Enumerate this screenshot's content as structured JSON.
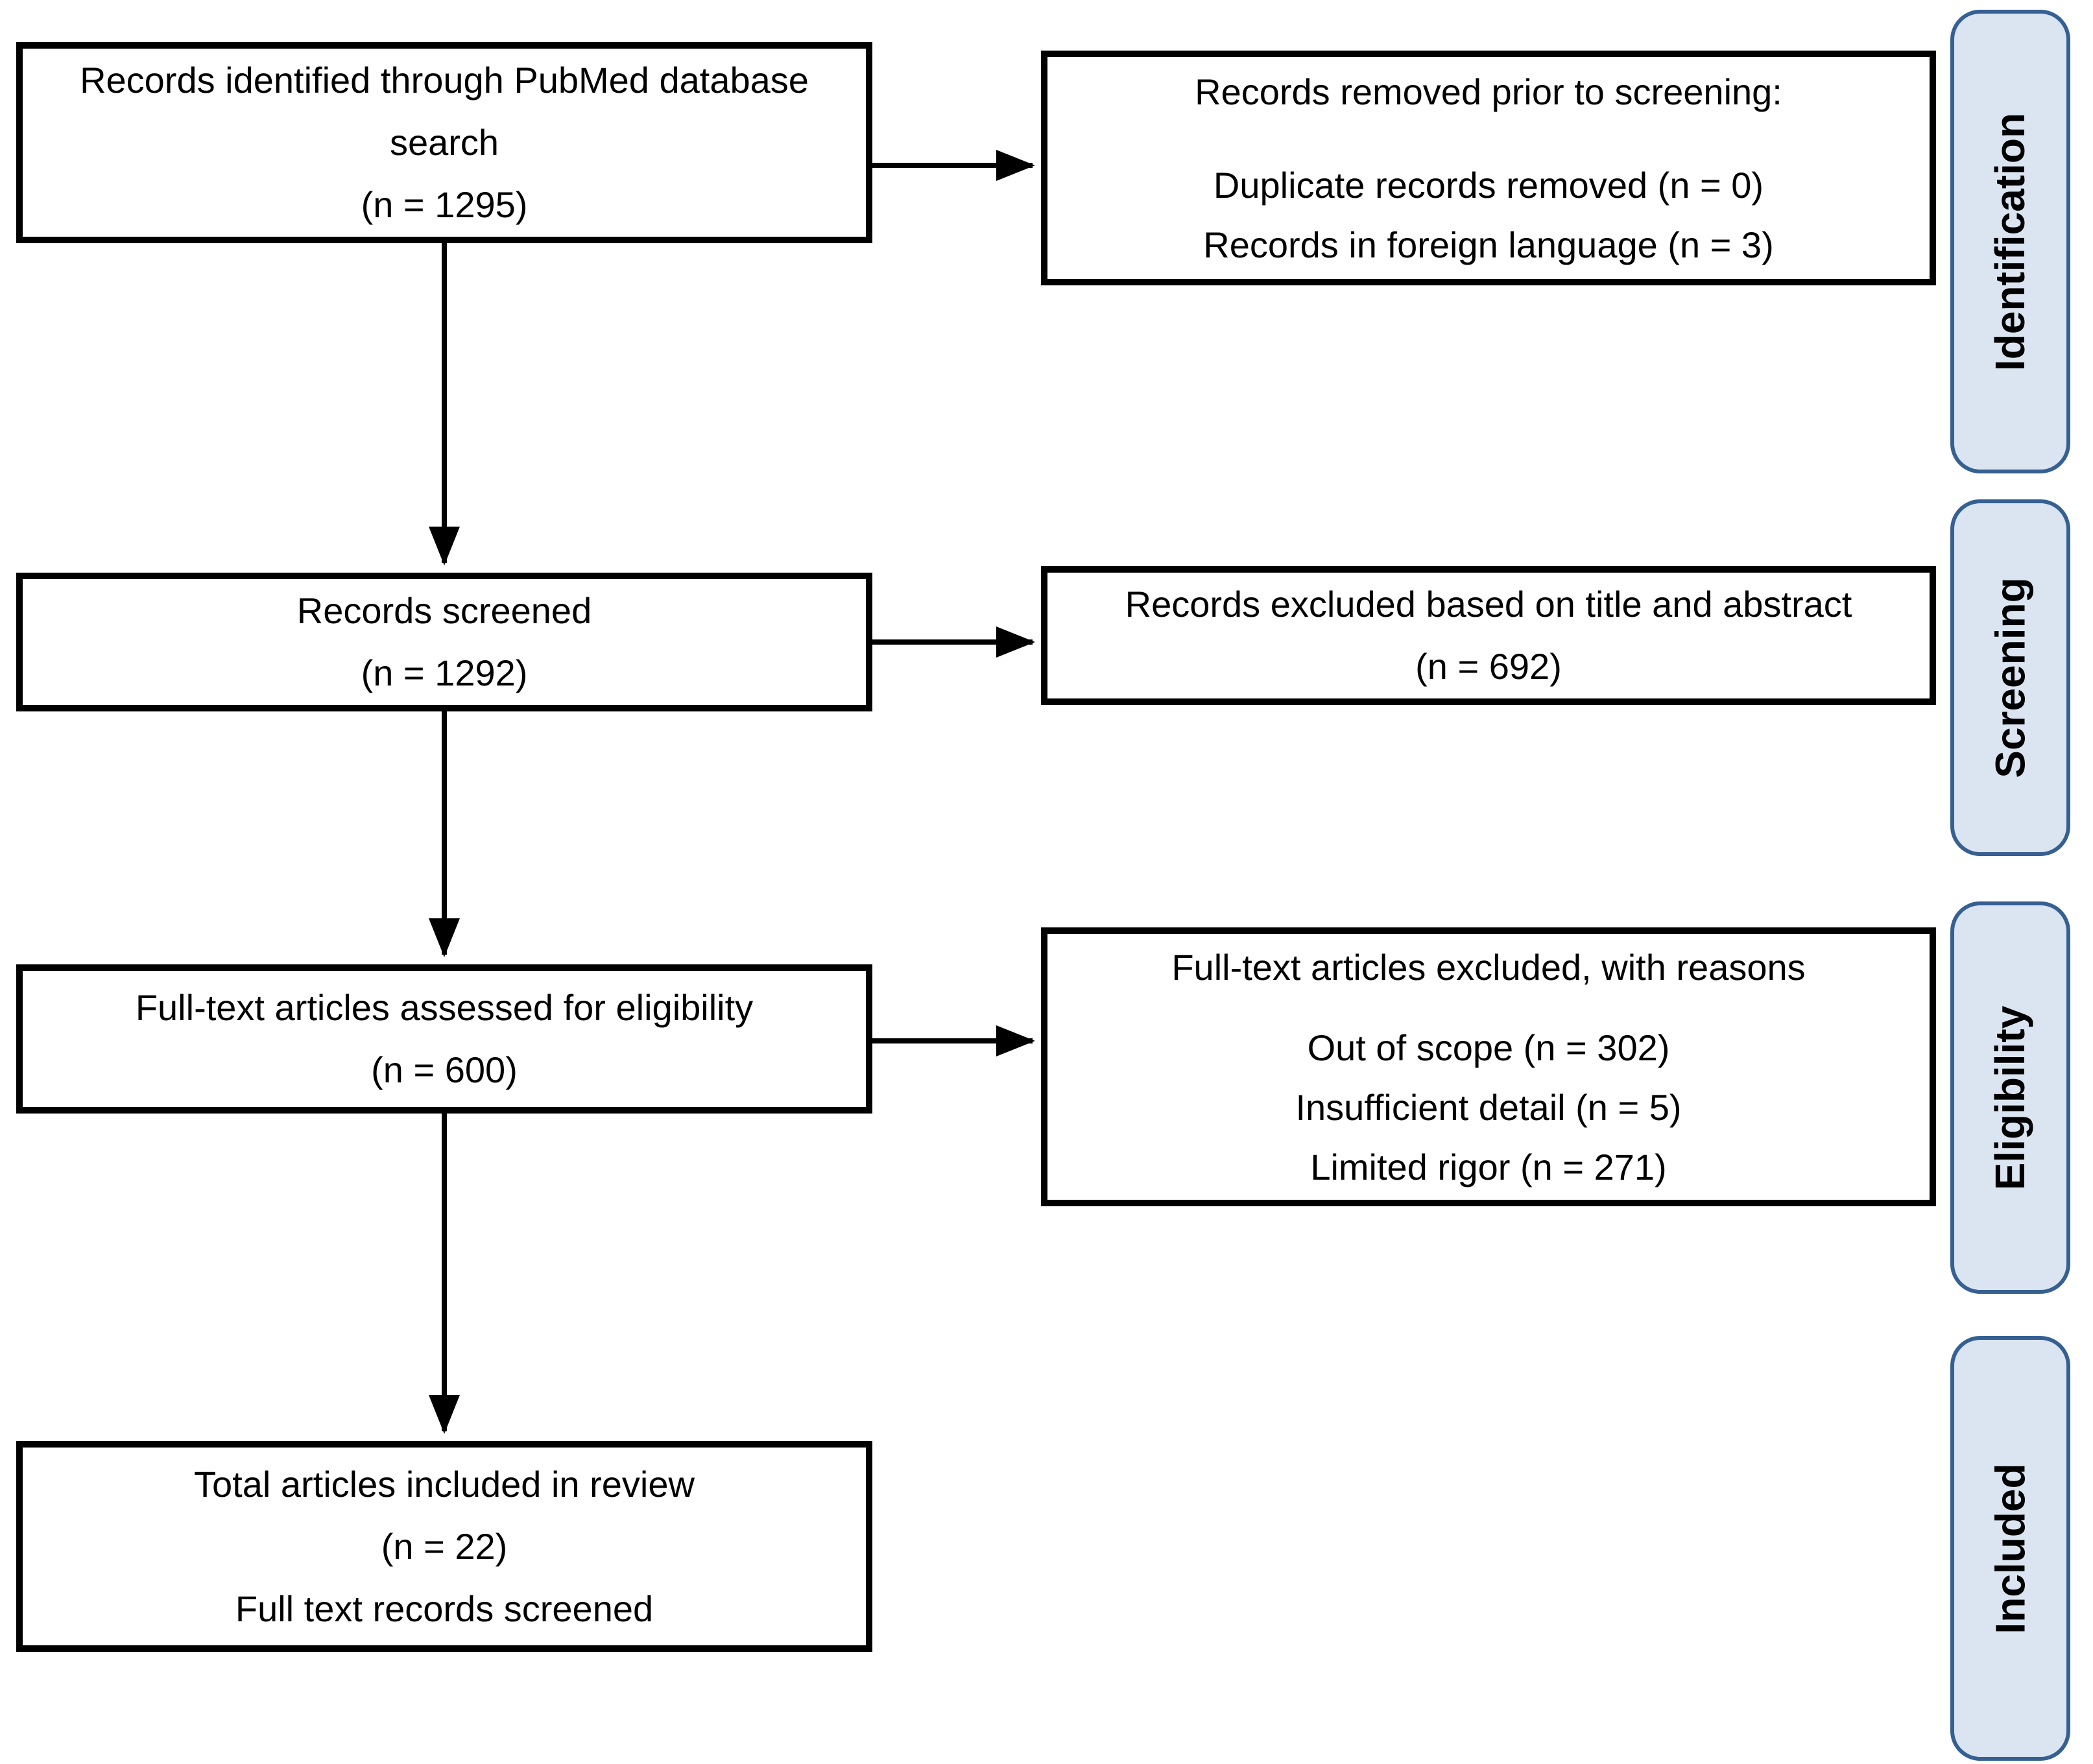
{
  "colors": {
    "box_fill": "#ffffff",
    "box_border": "#000000",
    "stage_fill": "#dbe5f1",
    "stage_border": "#366092",
    "text": "#000000"
  },
  "stages": [
    {
      "label": "Identification"
    },
    {
      "label": "Screening"
    },
    {
      "label": "Eligibility"
    },
    {
      "label": "Included"
    }
  ],
  "boxes": {
    "identified": {
      "lines": [
        "Records identified through PubMed database",
        "search",
        "(n = 1295)"
      ]
    },
    "removed": {
      "header": "Records removed prior to screening:",
      "items": [
        "Duplicate records removed (n = 0)",
        "Records in foreign language (n = 3)"
      ]
    },
    "screened": {
      "lines": [
        "Records screened",
        "(n = 1292)"
      ]
    },
    "excluded_title_abstract": {
      "lines": [
        "Records excluded based on title and abstract",
        "(n = 692)"
      ]
    },
    "fulltext_assessed": {
      "lines": [
        "Full-text articles assessed for eligibility",
        "(n = 600)"
      ]
    },
    "fulltext_excluded": {
      "header": "Full-text articles excluded, with reasons",
      "items": [
        "Out of scope (n = 302)",
        "Insufficient detail (n = 5)",
        "Limited rigor (n = 271)"
      ]
    },
    "included": {
      "lines": [
        "Total articles included in review",
        "(n = 22)",
        "Full text records screened"
      ]
    }
  }
}
